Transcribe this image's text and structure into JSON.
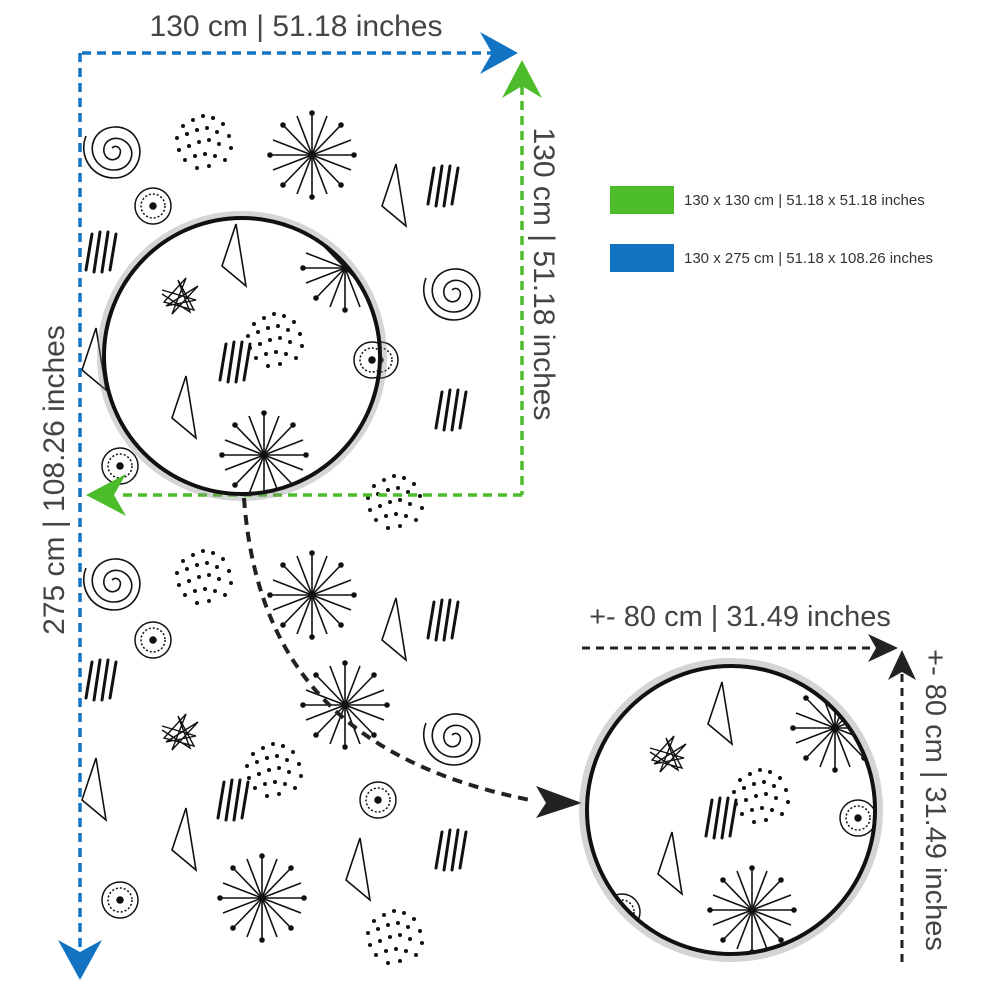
{
  "dimensions": {
    "panel_width": "130 cm | 51.18 inches",
    "panel_height_square": "130 cm | 51.18 inches",
    "panel_height_full": "275 cm | 108.26 inches",
    "sample_width": "+- 80 cm | 31.49 inches",
    "sample_height": "+- 80 cm | 31.49 inches"
  },
  "legend": [
    {
      "label": "130 x 130 cm | 51.18 x 51.18 inches",
      "color": "#4cbc2a"
    },
    {
      "label": "130 x 275 cm | 51.18 x 108.26 inches",
      "color": "#1273c2"
    }
  ],
  "colors": {
    "green_dim": "#4cbc2a",
    "blue_dim": "#1273c2",
    "black_dim": "#222222",
    "pattern_ink": "#111111"
  },
  "icons": [
    "spiral-icon",
    "starburst-icon",
    "dot-cluster-icon",
    "triangle-icon",
    "stripe-bundle-icon",
    "mandala-icon",
    "scribble-icon",
    "arrow-icon"
  ]
}
